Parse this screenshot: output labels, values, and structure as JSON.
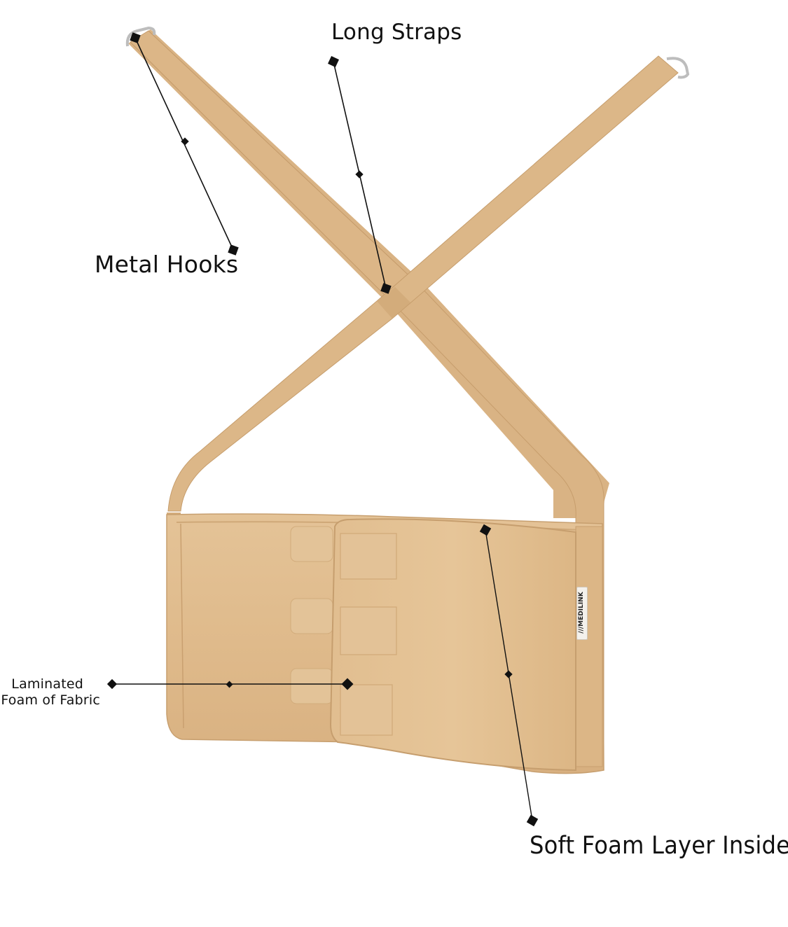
{
  "product": {
    "brand_tag": "///MEDILINK",
    "colors": {
      "fabric": "#e0bb8c",
      "fabric_shade": "#cfa574",
      "fabric_light": "#e8c99d",
      "hook_metal": "#c9c9c9",
      "annotation": "#111111",
      "background": "#ffffff"
    }
  },
  "annotations": [
    {
      "id": "long-straps",
      "label": "Long Straps"
    },
    {
      "id": "metal-hooks",
      "label": "Metal Hooks"
    },
    {
      "id": "laminated-foam",
      "label_line1": "Laminated",
      "label_line2": "Foam of Fabric"
    },
    {
      "id": "soft-foam",
      "label": "Soft Foam Layer Inside"
    }
  ]
}
